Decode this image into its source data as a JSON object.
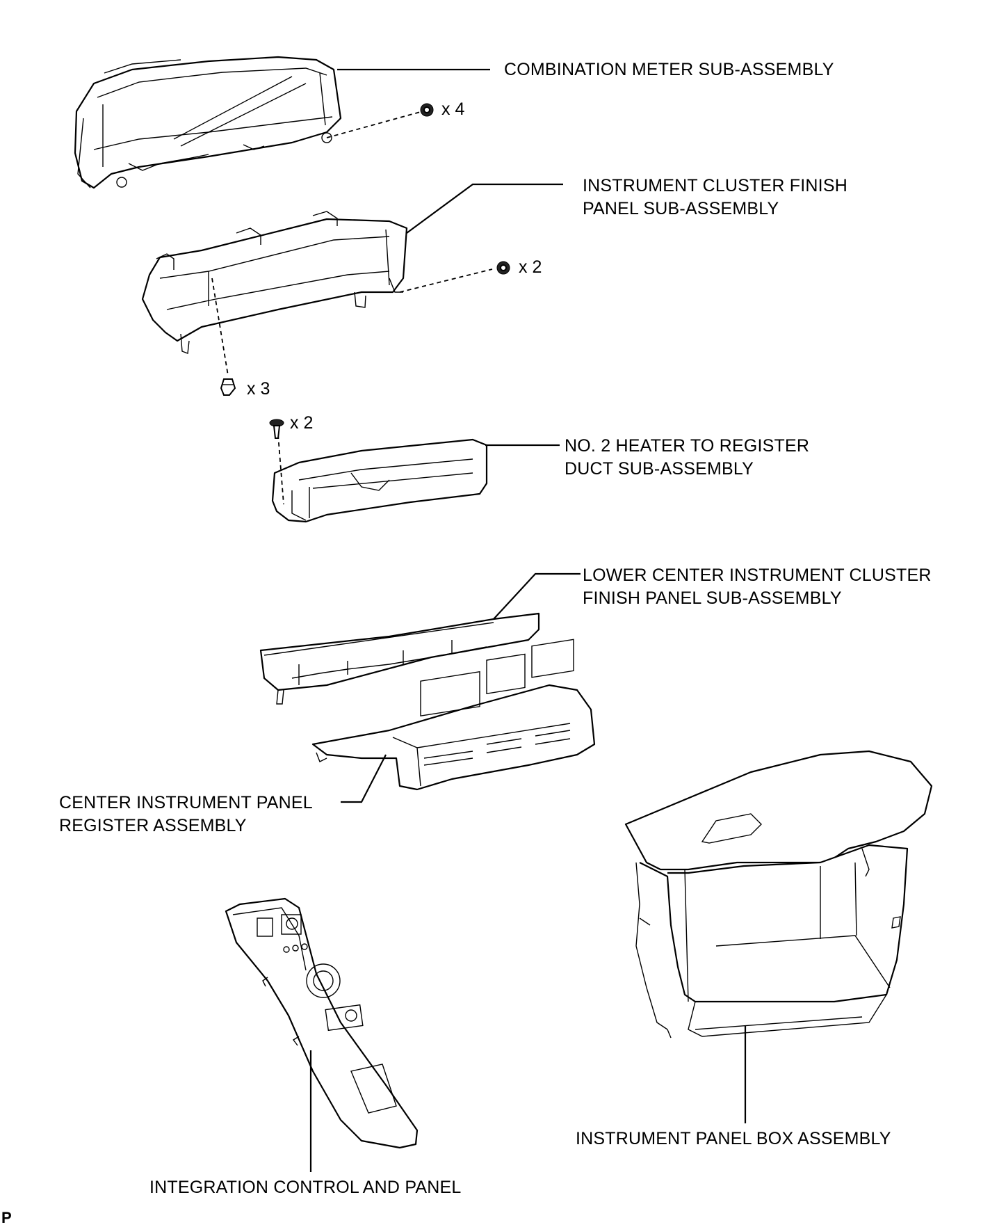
{
  "labels": {
    "combination_meter": "COMBINATION METER SUB-ASSEMBLY",
    "cluster_finish_line1": "INSTRUMENT CLUSTER FINISH",
    "cluster_finish_line2": "PANEL SUB-ASSEMBLY",
    "heater_duct_line1": "NO. 2 HEATER TO REGISTER",
    "heater_duct_line2": "DUCT SUB-ASSEMBLY",
    "lower_center_line1": "LOWER CENTER INSTRUMENT CLUSTER",
    "lower_center_line2": "FINISH PANEL SUB-ASSEMBLY",
    "center_register_line1": "CENTER INSTRUMENT PANEL",
    "center_register_line2": "REGISTER ASSEMBLY",
    "panel_box": "INSTRUMENT PANEL BOX ASSEMBLY",
    "integration_control": "INTEGRATION CONTROL AND PANEL"
  },
  "fasteners": {
    "meter_screws": "x 4",
    "finish_panel_screws": "x 2",
    "finish_panel_clips": "x 3",
    "duct_clips": "x 2"
  },
  "figure_code": "P"
}
